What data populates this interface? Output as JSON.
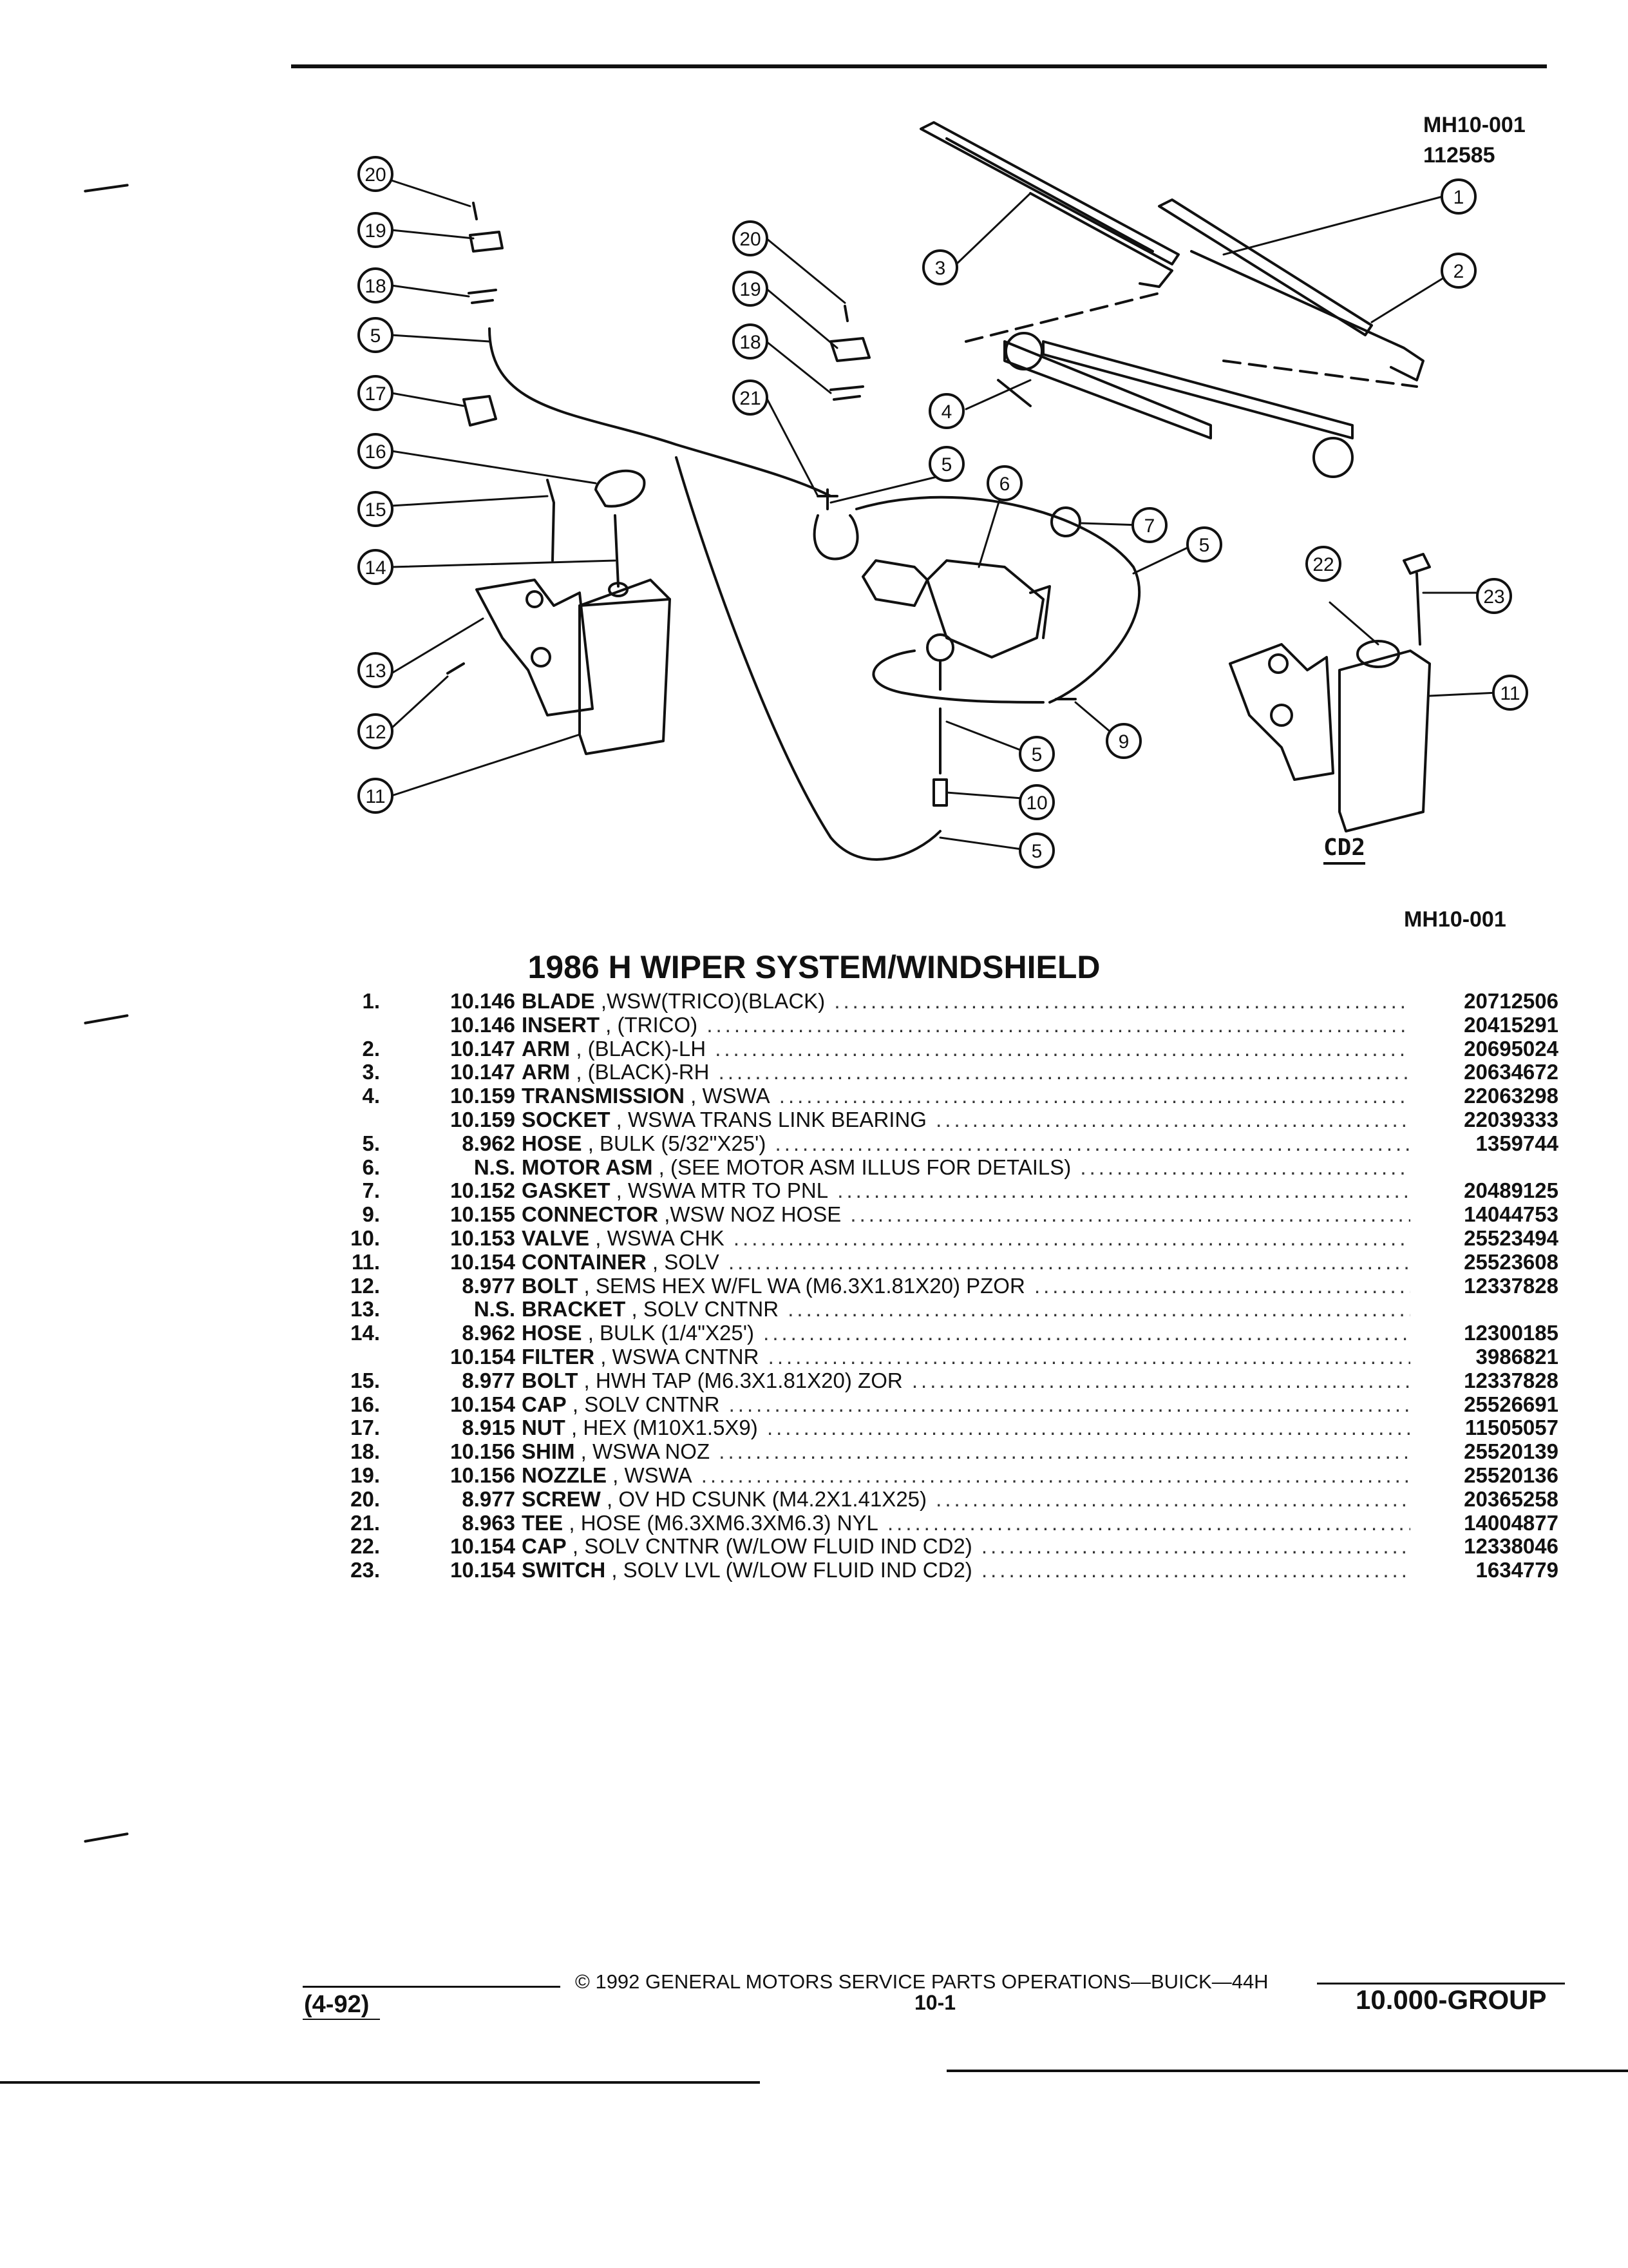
{
  "header": {
    "code": "MH10-001",
    "date_code": "112585",
    "figure_code": "MH10-001",
    "variant_label": "CD2"
  },
  "diagram": {
    "callouts": [
      "1",
      "2",
      "3",
      "4",
      "5",
      "6",
      "7",
      "9",
      "10",
      "11",
      "12",
      "13",
      "14",
      "15",
      "16",
      "17",
      "18",
      "19",
      "20",
      "21",
      "22",
      "23"
    ]
  },
  "title": "1986 H WIPER SYSTEM/WINDSHIELD",
  "parts": [
    {
      "item": "1.",
      "group": "10.146",
      "name": "BLADE",
      "detail": " ,WSW(TRICO)(BLACK)",
      "part": "20712506"
    },
    {
      "item": "",
      "group": "10.146",
      "name": "INSERT",
      "detail": " , (TRICO)",
      "part": "20415291"
    },
    {
      "item": "2.",
      "group": "10.147",
      "name": "ARM",
      "detail": " , (BLACK)-LH",
      "part": "20695024"
    },
    {
      "item": "3.",
      "group": "10.147",
      "name": "ARM",
      "detail": " , (BLACK)-RH",
      "part": "20634672"
    },
    {
      "item": "4.",
      "group": "10.159",
      "name": "TRANSMISSION",
      "detail": " , WSWA",
      "part": "22063298"
    },
    {
      "item": "",
      "group": "10.159",
      "name": "SOCKET",
      "detail": " , WSWA TRANS LINK BEARING",
      "part": "22039333"
    },
    {
      "item": "5.",
      "group": "8.962",
      "name": "HOSE",
      "detail": " , BULK (5/32\"X25')",
      "part": "1359744"
    },
    {
      "item": "6.",
      "group": "N.S.",
      "name": "MOTOR ASM",
      "detail": " , (SEE MOTOR ASM ILLUS FOR DETAILS)",
      "part": ""
    },
    {
      "item": "7.",
      "group": "10.152",
      "name": "GASKET",
      "detail": " , WSWA MTR TO PNL",
      "part": "20489125"
    },
    {
      "item": "9.",
      "group": "10.155",
      "name": "CONNECTOR",
      "detail": " ,WSW NOZ HOSE",
      "part": "14044753"
    },
    {
      "item": "10.",
      "group": "10.153",
      "name": "VALVE",
      "detail": " , WSWA CHK",
      "part": "25523494"
    },
    {
      "item": "11.",
      "group": "10.154",
      "name": "CONTAINER",
      "detail": " , SOLV",
      "part": "25523608"
    },
    {
      "item": "12.",
      "group": "8.977",
      "name": "BOLT",
      "detail": " , SEMS HEX W/FL WA (M6.3X1.81X20) PZOR",
      "part": "12337828"
    },
    {
      "item": "13.",
      "group": "N.S.",
      "name": "BRACKET",
      "detail": " , SOLV CNTNR",
      "part": ""
    },
    {
      "item": "14.",
      "group": "8.962",
      "name": "HOSE",
      "detail": " , BULK (1/4\"X25')",
      "part": "12300185"
    },
    {
      "item": "",
      "group": "10.154",
      "name": "FILTER",
      "detail": " , WSWA CNTNR",
      "part": "3986821"
    },
    {
      "item": "15.",
      "group": "8.977",
      "name": "BOLT",
      "detail": " , HWH TAP (M6.3X1.81X20) ZOR",
      "part": "12337828"
    },
    {
      "item": "16.",
      "group": "10.154",
      "name": "CAP",
      "detail": " , SOLV CNTNR",
      "part": "25526691"
    },
    {
      "item": "17.",
      "group": "8.915",
      "name": "NUT",
      "detail": " , HEX (M10X1.5X9)",
      "part": "11505057"
    },
    {
      "item": "18.",
      "group": "10.156",
      "name": "SHIM",
      "detail": " , WSWA NOZ",
      "part": "25520139"
    },
    {
      "item": "19.",
      "group": "10.156",
      "name": "NOZZLE",
      "detail": " , WSWA",
      "part": "25520136"
    },
    {
      "item": "20.",
      "group": "8.977",
      "name": "SCREW",
      "detail": " , OV HD CSUNK (M4.2X1.41X25)",
      "part": "20365258"
    },
    {
      "item": "21.",
      "group": "8.963",
      "name": "TEE",
      "detail": " , HOSE (M6.3XM6.3XM6.3) NYL",
      "part": "14004877"
    },
    {
      "item": "22.",
      "group": "10.154",
      "name": "CAP",
      "detail": " , SOLV CNTNR (W/LOW FLUID IND CD2)",
      "part": "12338046"
    },
    {
      "item": "23.",
      "group": "10.154",
      "name": "SWITCH",
      "detail": " , SOLV LVL (W/LOW FLUID IND CD2)",
      "part": "1634779"
    }
  ],
  "footer": {
    "copyright": "© 1992 GENERAL MOTORS SERVICE PARTS OPERATIONS—BUICK—44H",
    "revision": "(4-92)",
    "page": "10-1",
    "group": "10.000-GROUP"
  }
}
